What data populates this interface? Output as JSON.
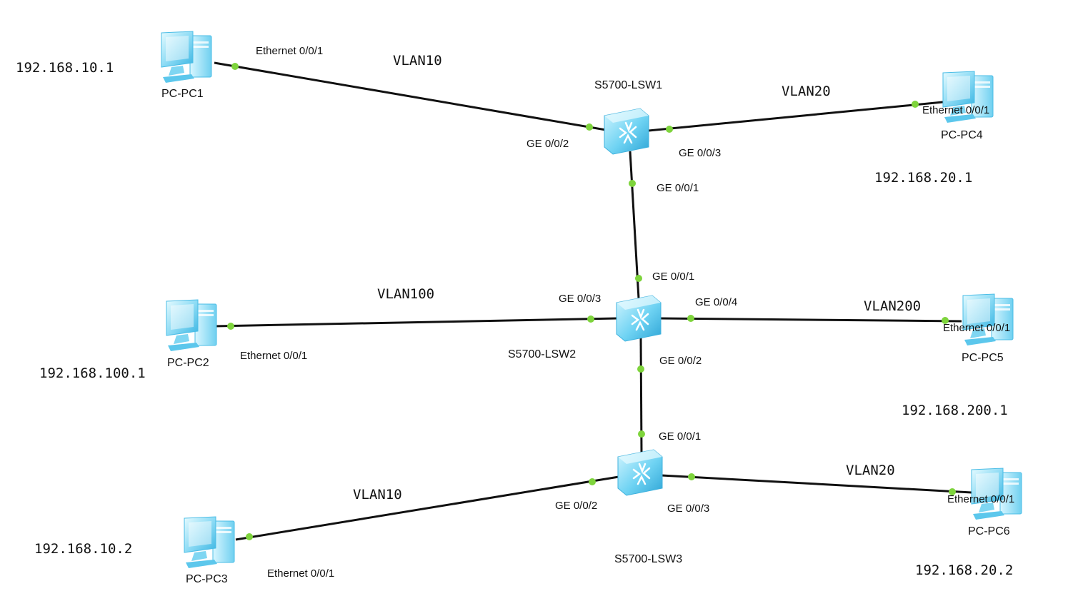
{
  "colors": {
    "link": "#111111",
    "port_dot": "#7ed43c",
    "device_light": "#bfefff",
    "device_mid": "#5fcdf0",
    "device_dark": "#2a9fd0"
  },
  "icons": {
    "pc": "pc-computer-icon",
    "switch": "layer3-switch-icon"
  },
  "switches": [
    {
      "id": "lsw1",
      "label": "S5700-LSW1"
    },
    {
      "id": "lsw2",
      "label": "S5700-LSW2"
    },
    {
      "id": "lsw3",
      "label": "S5700-LSW3"
    }
  ],
  "pcs": [
    {
      "id": "pc1",
      "label": "PC-PC1",
      "ip": "192.168.10.1",
      "port": "Ethernet 0/0/1"
    },
    {
      "id": "pc2",
      "label": "PC-PC2",
      "ip": "192.168.100.1",
      "port": "Ethernet 0/0/1"
    },
    {
      "id": "pc3",
      "label": "PC-PC3",
      "ip": "192.168.10.2",
      "port": "Ethernet 0/0/1"
    },
    {
      "id": "pc4",
      "label": "PC-PC4",
      "ip": "192.168.20.1",
      "port": "Ethernet 0/0/1"
    },
    {
      "id": "pc5",
      "label": "PC-PC5",
      "ip": "192.168.200.1",
      "port": "Ethernet 0/0/1"
    },
    {
      "id": "pc6",
      "label": "PC-PC6",
      "ip": "192.168.20.2",
      "port": "Ethernet 0/0/1"
    }
  ],
  "links": [
    {
      "id": "l1",
      "vlan": "VLAN10",
      "a_port": "Ethernet 0/0/1",
      "b_port": "GE 0/0/2"
    },
    {
      "id": "l2",
      "vlan": "VLAN20",
      "a_port": "GE 0/0/3",
      "b_port": "Ethernet 0/0/1"
    },
    {
      "id": "l3",
      "vlan": "",
      "a_port": "GE 0/0/1",
      "b_port": "GE 0/0/1"
    },
    {
      "id": "l4",
      "vlan": "VLAN100",
      "a_port": "Ethernet 0/0/1",
      "b_port": "GE 0/0/3"
    },
    {
      "id": "l5",
      "vlan": "VLAN200",
      "a_port": "GE 0/0/4",
      "b_port": "Ethernet 0/0/1"
    },
    {
      "id": "l6",
      "vlan": "",
      "a_port": "GE 0/0/2",
      "b_port": "GE 0/0/1"
    },
    {
      "id": "l7",
      "vlan": "VLAN10",
      "a_port": "Ethernet 0/0/1",
      "b_port": "GE 0/0/2"
    },
    {
      "id": "l8",
      "vlan": "VLAN20",
      "a_port": "GE 0/0/3",
      "b_port": "Ethernet 0/0/1"
    }
  ]
}
